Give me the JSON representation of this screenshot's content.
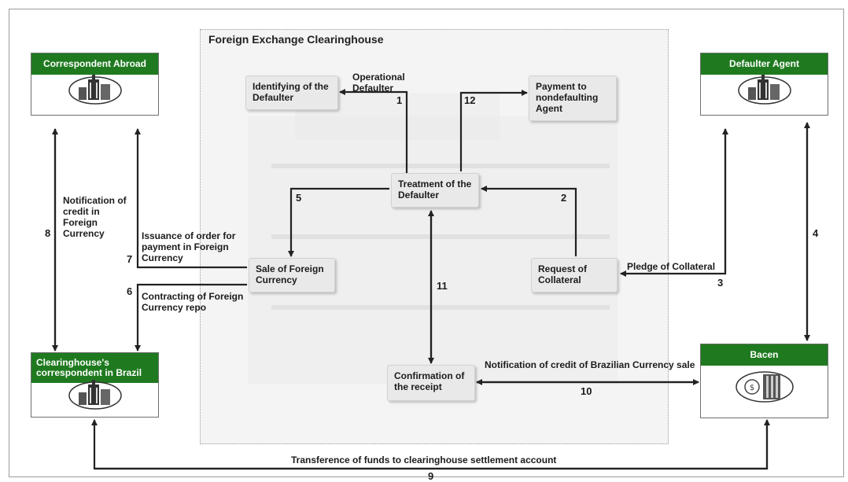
{
  "clearinghouse": {
    "title": "Foreign Exchange Clearinghouse"
  },
  "external": {
    "correspondent_abroad": {
      "title": "Correspondent Abroad",
      "icon": "office-building-icon"
    },
    "defaulter_agent": {
      "title": "Defaulter Agent",
      "icon": "office-building-icon"
    },
    "correspondent_brazil": {
      "title": "Clearinghouse's correspondent in Brazil",
      "icon": "office-building-icon"
    },
    "bacen": {
      "title": "Bacen",
      "icon": "central-bank-icon"
    }
  },
  "process": {
    "identifying": "Identifying of the Defaulter",
    "payment": "Payment to nondefaulting Agent",
    "treatment": "Treatment of the Defaulter",
    "sale": "Sale of Foreign Currency",
    "request": "Request of Collateral",
    "confirmation": "Confirmation of the receipt"
  },
  "labels": {
    "operational_defaulter": "Operational Defaulter",
    "notification_foreign": "Notification of credit in Foreign Currency",
    "issuance": "Issuance of order for payment in Foreign Currency",
    "contracting": "Contracting of Foreign Currency repo",
    "pledge": "Pledge of Collateral",
    "notification_brazilian": "Notification of credit of Brazilian Currency sale",
    "transference": "Transference of funds to clearinghouse settlement account"
  },
  "steps": [
    "1",
    "2",
    "3",
    "4",
    "5",
    "6",
    "7",
    "8",
    "9",
    "10",
    "11",
    "12"
  ],
  "colors": {
    "header_green": "#1f7a1f",
    "arrow": "#222222"
  }
}
